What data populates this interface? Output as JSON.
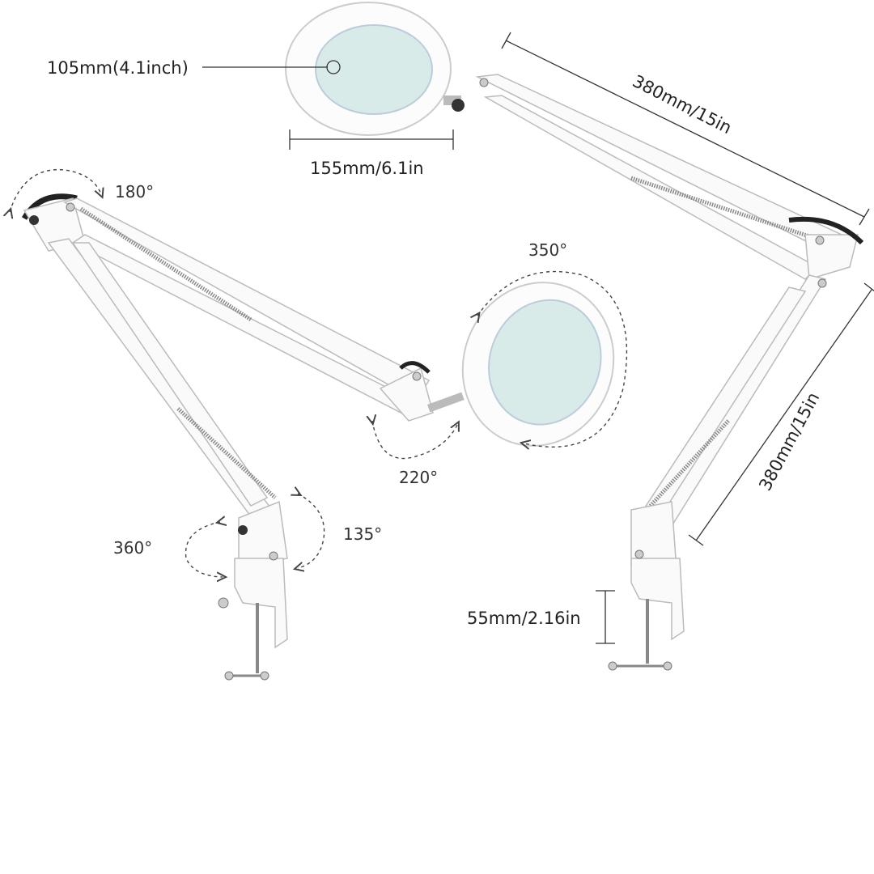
{
  "dimensions": {
    "lens_diameter": "105mm(4.1inch)",
    "head_width": "155mm/6.1in",
    "upper_arm": "380mm/15in",
    "lower_arm": "380mm/15in",
    "clamp_opening": "55mm/2.16in"
  },
  "rotations": {
    "top_joint": "180°",
    "head": "350°",
    "head_joint": "220°",
    "base_swivel": "360°",
    "base_tilt": "135°"
  },
  "colors": {
    "lens": "#d9ebe8",
    "body": "#fafafa",
    "outline": "#bbbbbb"
  }
}
